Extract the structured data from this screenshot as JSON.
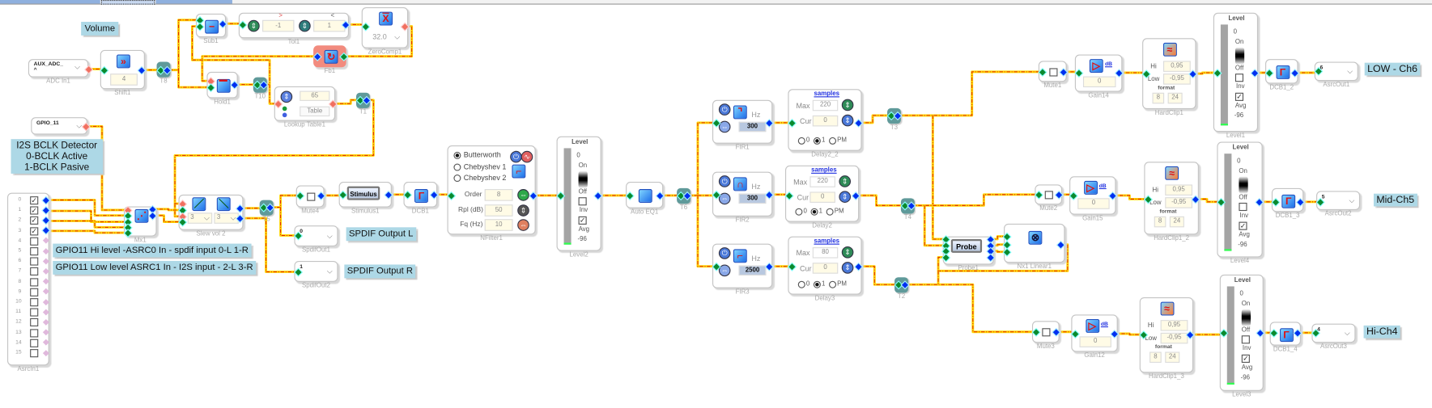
{
  "notes": {
    "volume": "Volume",
    "bclk_1": "I2S BCLK Detector",
    "bclk_2": "0-BCLK Active",
    "bclk_3": "1-BCLK Pasive",
    "gpio_hi": "GPIO11 Hi level -ASRC0 In - spdif input 0-L 1-R",
    "gpio_lo": "GPIO11 Low level ASRC1 In - I2S input - 2-L 3-R",
    "spdif_l": "SPDIF Output L",
    "spdif_r": "SPDIF Output R",
    "low": "LOW - Ch6",
    "mid": "Mid-Ch5",
    "hi": "Hi-Ch4"
  },
  "colors": {
    "wire": "#ffd800",
    "wire_dash": "#e02000",
    "note_bg": "#add8e6",
    "input_pin": "#0b8a2e",
    "output_pin": "#0030f0",
    "control_pin": "#f07060"
  },
  "blocks": {
    "adc_in1": {
      "name": "ADC In1",
      "value": "AUX_ADC_",
      "value2": "^"
    },
    "shift1": {
      "name": "Shift1",
      "value": "4",
      "icon": "shift-right-icon"
    },
    "t8": {
      "name": "T8"
    },
    "t10": {
      "name": "T10"
    },
    "t1": {
      "name": "T1"
    },
    "t5": {
      "name": "T5"
    },
    "t6": {
      "name": "T6"
    },
    "t3": {
      "name": "T3"
    },
    "t4": {
      "name": "T4"
    },
    "t2": {
      "name": "T2"
    },
    "sub1": {
      "name": "Sub1"
    },
    "tol1": {
      "name": "Tol1",
      "gt": ">",
      "lt": "<",
      "low": "-1",
      "high": "1"
    },
    "zerocomp1": {
      "name": "ZeroComp1",
      "value": "32.0"
    },
    "fb1": {
      "name": "Fb1"
    },
    "hold1": {
      "name": "Hold1"
    },
    "lookup_table1": {
      "name": "Lookup Table1",
      "value": "65",
      "button": "Table"
    },
    "gpio": {
      "value": "GPIO_11"
    },
    "asrcin1": {
      "name": "AsrcIn1",
      "channels": [
        {
          "label": "0",
          "checked": true
        },
        {
          "label": "1",
          "checked": true
        },
        {
          "label": "2",
          "checked": true
        },
        {
          "label": "3",
          "checked": true
        },
        {
          "label": "4",
          "checked": false
        },
        {
          "label": "5",
          "checked": false
        },
        {
          "label": "6",
          "checked": false
        },
        {
          "label": "7",
          "checked": false
        },
        {
          "label": "8",
          "checked": false
        },
        {
          "label": "9",
          "checked": false
        },
        {
          "label": "10",
          "checked": false
        },
        {
          "label": "11",
          "checked": false
        },
        {
          "label": "12",
          "checked": false
        },
        {
          "label": "13",
          "checked": false
        },
        {
          "label": "14",
          "checked": false
        },
        {
          "label": "15",
          "checked": false
        }
      ]
    },
    "mx1": {
      "name": "Mx1"
    },
    "slew_vol_2": {
      "name": "Slew vol 2",
      "v1": "3",
      "v2": "3"
    },
    "mute4": {
      "name": "Mute4",
      "checked": false
    },
    "stimulus1": {
      "name": "Stimulus1",
      "button": "Stimulus"
    },
    "spdifout1": {
      "name": "SpdifOut1",
      "value": "0"
    },
    "spdifout2": {
      "name": "SpdifOut2",
      "value": "1"
    },
    "dcb1": {
      "name": "DCB1"
    },
    "nfilter1": {
      "name": "NFilter1",
      "types": [
        "Butterworth",
        "Chebyshev 1",
        "Chebyshev 2"
      ],
      "selected": 0,
      "order_label": "Order",
      "order": "8",
      "rpl_label": "Rpl (dB)",
      "rpl": "50",
      "fq_label": "Fq (Hz)",
      "fq": "10"
    },
    "level2": {
      "name": "Level2",
      "title": "Level",
      "max": "0",
      "on": "On",
      "off": "Off",
      "inv": "Inv",
      "avg": "Avg",
      "min": "-96",
      "inv_checked": false,
      "avg_checked": true
    },
    "auto_eq1": {
      "name": "Auto EQ1"
    },
    "fir1": {
      "name": "FIR1",
      "unit": "Hz",
      "freq": "300"
    },
    "fir2": {
      "name": "FIR2",
      "unit": "Hz",
      "freq": "300"
    },
    "fir3": {
      "name": "FIR3",
      "unit": "Hz",
      "freq": "2500"
    },
    "delay2_2": {
      "name": "Delay2_2",
      "link": "samples",
      "max_label": "Max",
      "max": "220",
      "cur_label": "Cur",
      "cur": "0",
      "radios": [
        "0",
        "1",
        "PM"
      ],
      "selected": 1
    },
    "delay2": {
      "name": "Delay2",
      "link": "samples",
      "max_label": "Max",
      "max": "220",
      "cur_label": "Cur",
      "cur": "0",
      "radios": [
        "0",
        "1",
        "PM"
      ],
      "selected": 1
    },
    "delay3": {
      "name": "Delay3",
      "link": "samples",
      "max_label": "Max",
      "max": "80",
      "cur_label": "Cur",
      "cur": "0",
      "radios": [
        "0",
        "1",
        "PM"
      ],
      "selected": 1
    },
    "probe1": {
      "name": "Probe1",
      "button": "Probe"
    },
    "nx1_linear1": {
      "name": "Nx1 Linear1"
    },
    "mute1": {
      "name": "Mute1",
      "checked": false
    },
    "mute2": {
      "name": "Mute2",
      "checked": false
    },
    "mute3": {
      "name": "Mute3",
      "checked": false
    },
    "gain14": {
      "name": "Gain14",
      "unit": "dB",
      "value": "0"
    },
    "gain15": {
      "name": "Gain15",
      "unit": "dB",
      "value": "0"
    },
    "gain12": {
      "name": "Gain12",
      "unit": "dB",
      "value": "0"
    },
    "hardclip1": {
      "name": "HardClip1",
      "hi_label": "Hi",
      "hi": "0,95",
      "low_label": "Low",
      "low": "-0,95",
      "format_label": "format",
      "f1": "8",
      "f2": "24"
    },
    "hardclip1_2": {
      "name": "HardClip1_2",
      "hi_label": "Hi",
      "hi": "0,95",
      "low_label": "Low",
      "low": "-0,95",
      "format_label": "format",
      "f1": "8",
      "f2": "24"
    },
    "hardclip1_3": {
      "name": "HardClip1_3",
      "hi_label": "Hi",
      "hi": "0,95",
      "low_label": "Low",
      "low": "-0,95",
      "format_label": "format",
      "f1": "8",
      "f2": "24"
    },
    "level1": {
      "name": "Level1",
      "title": "Level",
      "max": "0",
      "on": "On",
      "off": "Off",
      "inv": "Inv",
      "avg": "Avg",
      "min": "-96",
      "inv_checked": false,
      "avg_checked": true
    },
    "level4": {
      "name": "Level4",
      "title": "Level",
      "max": "0",
      "on": "On",
      "off": "Off",
      "inv": "Inv",
      "avg": "Avg",
      "min": "-96",
      "inv_checked": false,
      "avg_checked": true
    },
    "level3": {
      "name": "Level3",
      "title": "Level",
      "max": "0",
      "on": "On",
      "off": "Off",
      "inv": "Inv",
      "avg": "Avg",
      "min": "-96",
      "inv_checked": false,
      "avg_checked": true
    },
    "dcb1_2": {
      "name": "DCB1_2"
    },
    "dcb1_3": {
      "name": "DCB1_3"
    },
    "dcb1_4": {
      "name": "DCB1_4"
    },
    "asrcout1": {
      "name": "AsrcOut1",
      "value": "6"
    },
    "asrcout2": {
      "name": "AsrcOut2",
      "value": "5"
    },
    "asrcout3": {
      "name": "AsrcOut3",
      "value": "4"
    }
  }
}
